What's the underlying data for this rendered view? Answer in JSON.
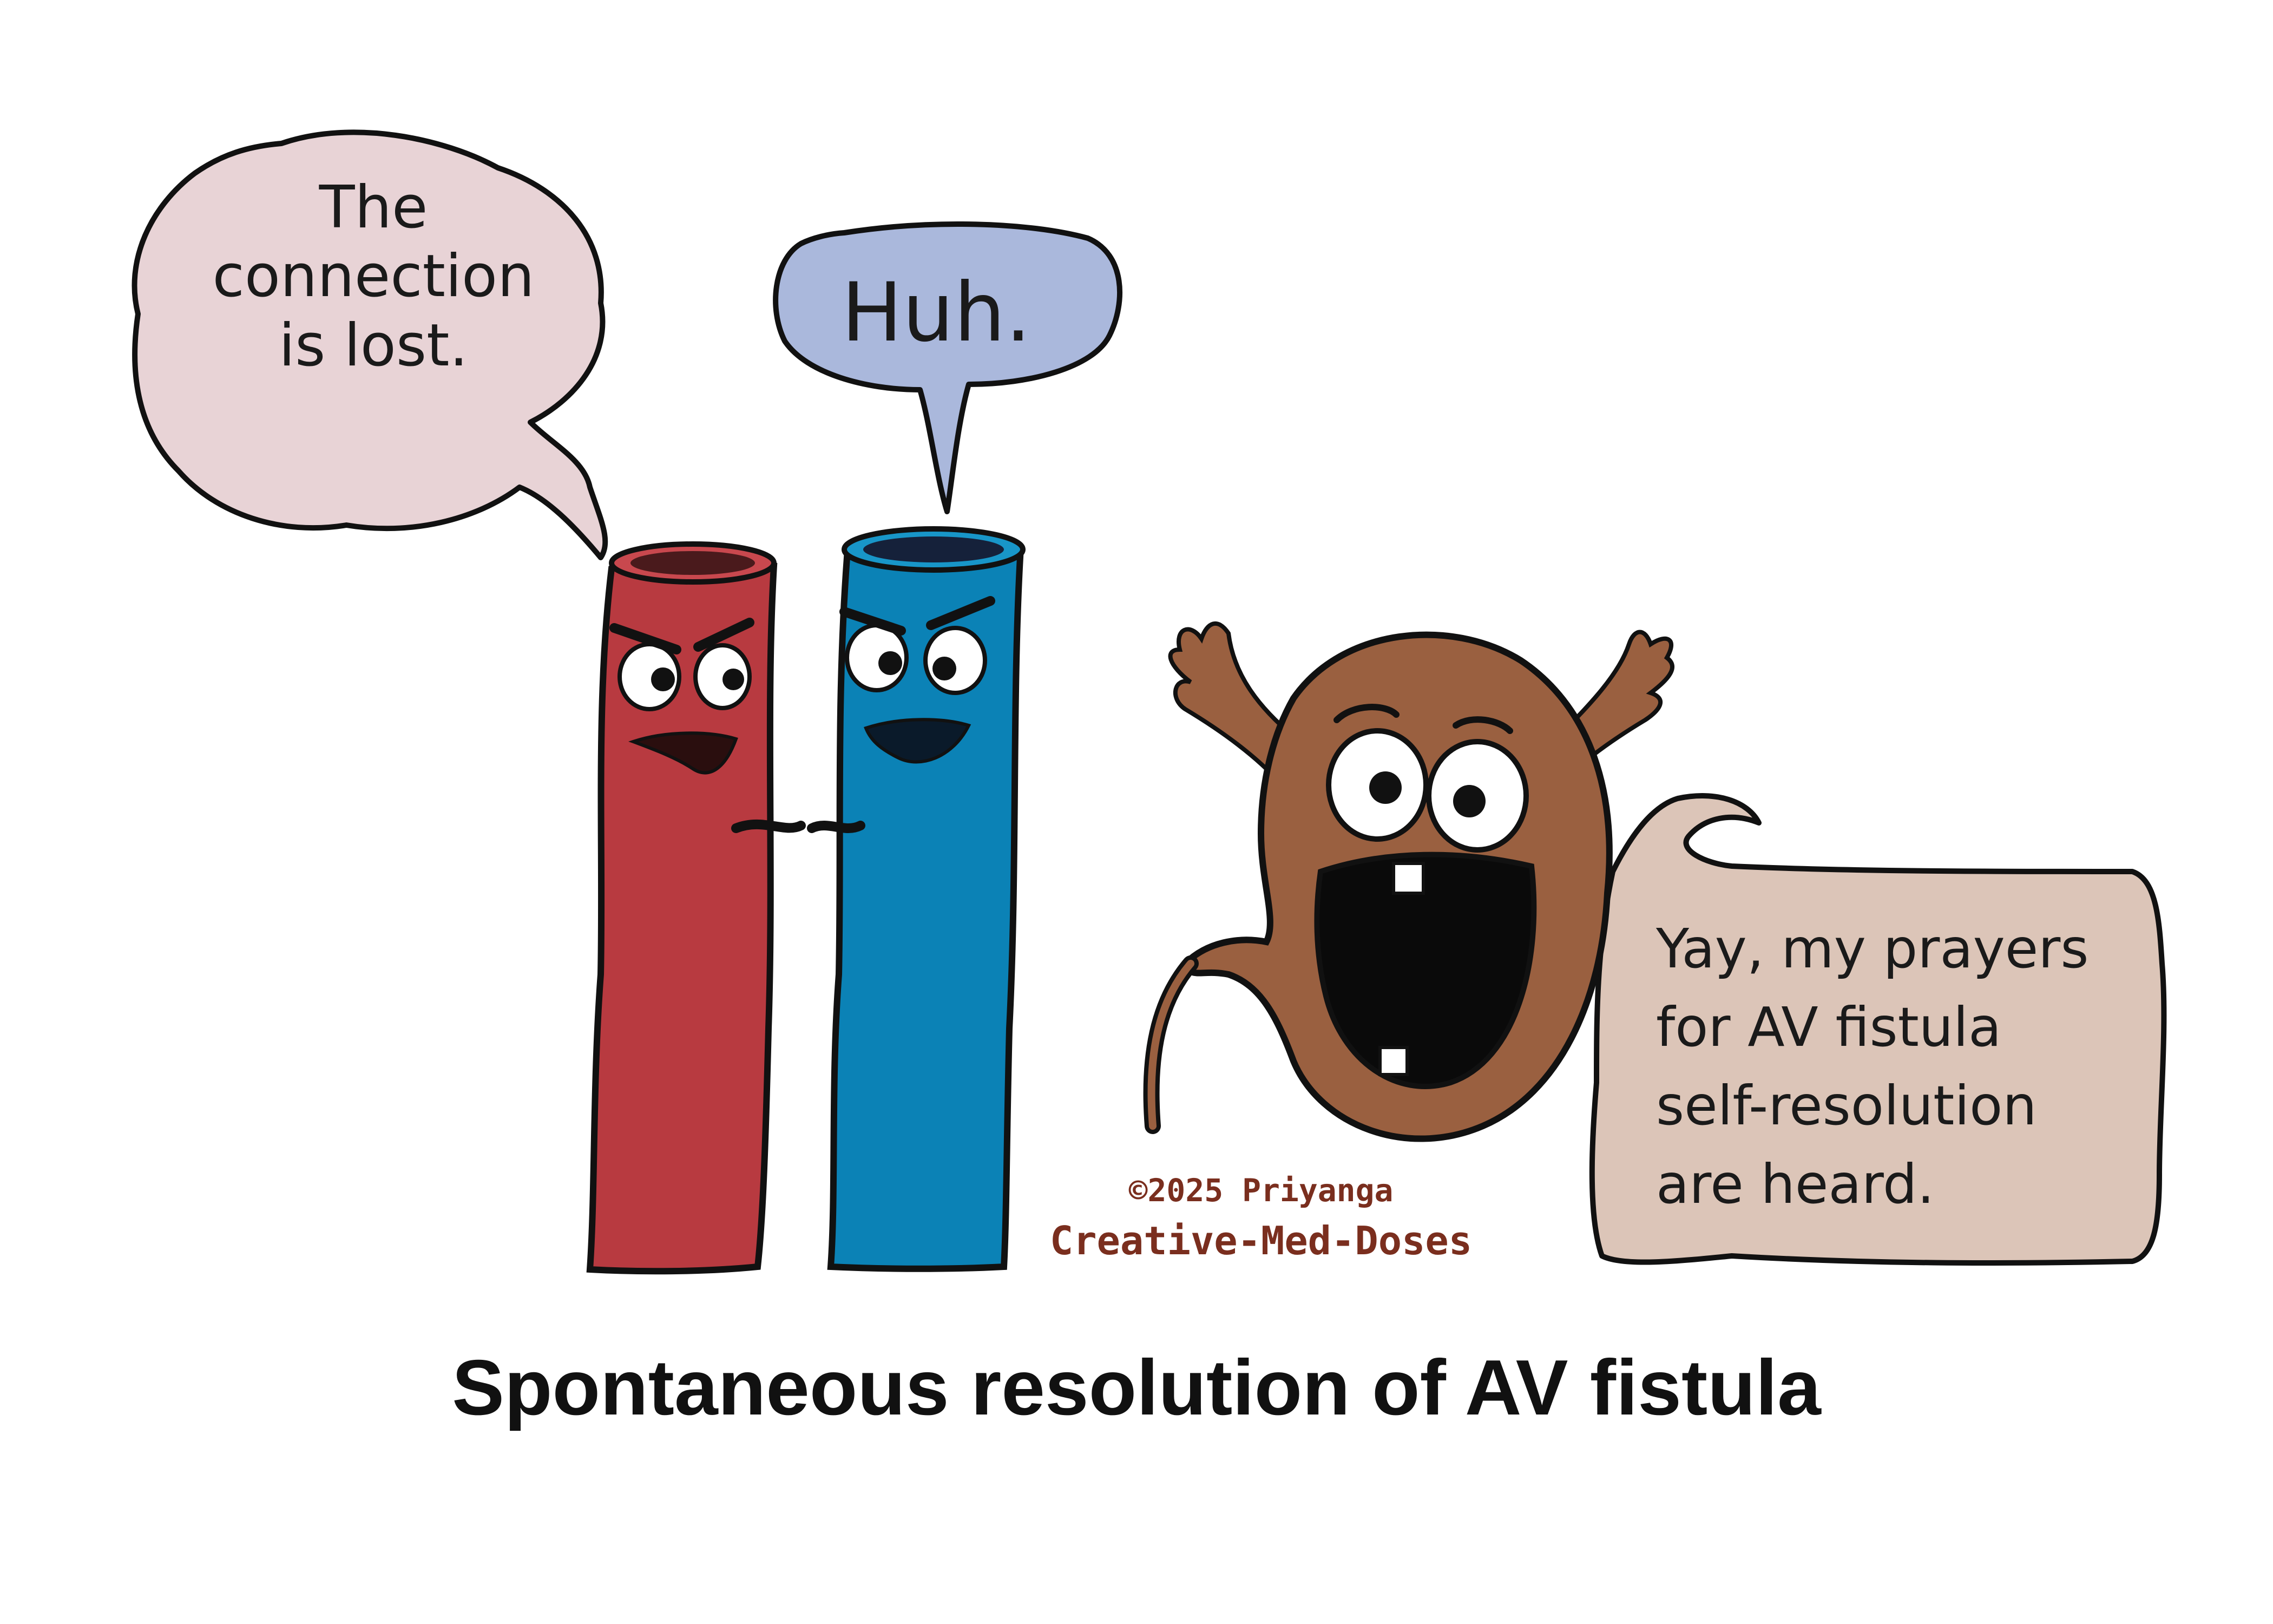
{
  "bubbles": {
    "artery": {
      "lines": [
        "The",
        "connection",
        "is lost."
      ]
    },
    "vein": {
      "lines": [
        "Huh."
      ]
    },
    "kidney": {
      "lines": [
        "Yay, my prayers",
        "for AV fistula",
        "self-resolution",
        "are heard."
      ]
    }
  },
  "credit": {
    "line1": "©2025 Priyanga",
    "line2": "Creative-Med-Doses"
  },
  "caption": "Spontaneous resolution of AV fistula",
  "colors": {
    "artery": "#b83a40",
    "vein": "#0b82b6",
    "kidney": "#9a6040",
    "bubble_artery": "#e8d3d6",
    "bubble_vein": "#aab8dc",
    "bubble_kidney": "#dcc5b8",
    "credit": "#7a2e1e"
  }
}
